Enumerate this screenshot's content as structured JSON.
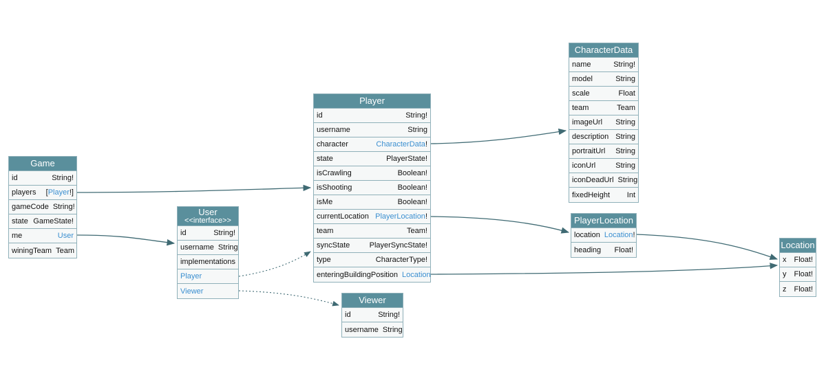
{
  "colors": {
    "header_bg": "#5a8f9c",
    "border": "#8fb0b9",
    "row_bg": "#f6f8f8",
    "link": "#3b8fd0",
    "edge": "#3f6a73"
  },
  "types": {
    "game": {
      "title": "Game",
      "fields": [
        {
          "name": "id",
          "type": "String!"
        },
        {
          "name": "players",
          "pre": "[",
          "ref": "Player",
          "post": "!]"
        },
        {
          "name": "gameCode",
          "type": "String!"
        },
        {
          "name": "state",
          "type": "GameState!"
        },
        {
          "name": "me",
          "ref": "User",
          "post": ""
        },
        {
          "name": "winingTeam",
          "type": "Team"
        }
      ]
    },
    "user": {
      "title": "User",
      "subtitle": "<<interface>>",
      "fields": [
        {
          "name": "id",
          "type": "String!"
        },
        {
          "name": "username",
          "type": "String"
        }
      ],
      "implementations_label": "implementations",
      "implementations": [
        "Player",
        "Viewer"
      ]
    },
    "player": {
      "title": "Player",
      "fields": [
        {
          "name": "id",
          "type": "String!"
        },
        {
          "name": "username",
          "type": "String"
        },
        {
          "name": "character",
          "ref": "CharacterData",
          "post": "!"
        },
        {
          "name": "state",
          "type": "PlayerState!"
        },
        {
          "name": "isCrawling",
          "type": "Boolean!"
        },
        {
          "name": "isShooting",
          "type": "Boolean!"
        },
        {
          "name": "isMe",
          "type": "Boolean!"
        },
        {
          "name": "currentLocation",
          "ref": "PlayerLocation",
          "post": "!"
        },
        {
          "name": "team",
          "type": "Team!"
        },
        {
          "name": "syncState",
          "type": "PlayerSyncState!"
        },
        {
          "name": "type",
          "type": "CharacterType!"
        },
        {
          "name": "enteringBuildingPosition",
          "ref": "Location",
          "post": ""
        }
      ]
    },
    "viewer": {
      "title": "Viewer",
      "fields": [
        {
          "name": "id",
          "type": "String!"
        },
        {
          "name": "username",
          "type": "String"
        }
      ]
    },
    "characterData": {
      "title": "CharacterData",
      "fields": [
        {
          "name": "name",
          "type": "String!"
        },
        {
          "name": "model",
          "type": "String"
        },
        {
          "name": "scale",
          "type": "Float"
        },
        {
          "name": "team",
          "type": "Team"
        },
        {
          "name": "imageUrl",
          "type": "String"
        },
        {
          "name": "description",
          "type": "String"
        },
        {
          "name": "portraitUrl",
          "type": "String"
        },
        {
          "name": "iconUrl",
          "type": "String"
        },
        {
          "name": "iconDeadUrl",
          "type": "String"
        },
        {
          "name": "fixedHeight",
          "type": "Int"
        }
      ]
    },
    "playerLocation": {
      "title": "PlayerLocation",
      "fields": [
        {
          "name": "location",
          "ref": "Location",
          "post": "!"
        },
        {
          "name": "heading",
          "type": "Float!"
        }
      ]
    },
    "location": {
      "title": "Location",
      "fields": [
        {
          "name": "x",
          "type": "Float!"
        },
        {
          "name": "y",
          "type": "Float!"
        },
        {
          "name": "z",
          "type": "Float!"
        }
      ]
    }
  },
  "relations": [
    {
      "from": "Game.players",
      "to": "Player",
      "style": "solid"
    },
    {
      "from": "Game.me",
      "to": "User",
      "style": "solid"
    },
    {
      "from": "User.Player",
      "to": "Player",
      "style": "dotted"
    },
    {
      "from": "User.Viewer",
      "to": "Viewer",
      "style": "dotted"
    },
    {
      "from": "Player.character",
      "to": "CharacterData",
      "style": "solid"
    },
    {
      "from": "Player.currentLocation",
      "to": "PlayerLocation",
      "style": "solid"
    },
    {
      "from": "Player.enteringBuildingPosition",
      "to": "Location",
      "style": "solid"
    },
    {
      "from": "PlayerLocation.location",
      "to": "Location",
      "style": "solid"
    }
  ]
}
